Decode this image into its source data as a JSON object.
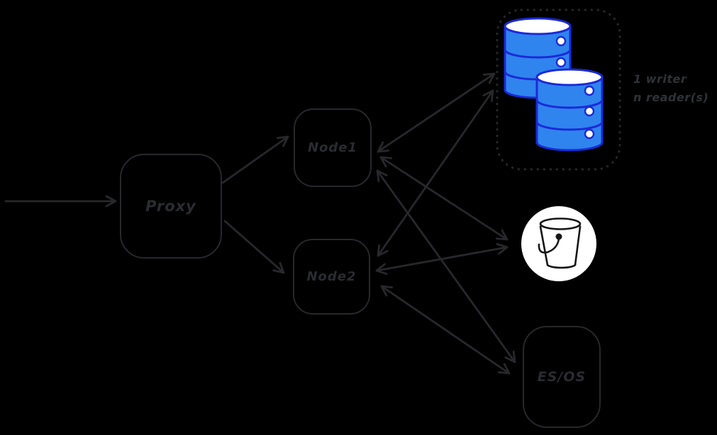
{
  "colors": {
    "background": "#000000",
    "stroke": "#28282c",
    "label": "#2b2c31",
    "annotation": "#2f3237",
    "db_fill": "#2f84ee",
    "db_stroke": "#1b2ad6",
    "bucket_bg": "#ffffff",
    "bucket_stroke": "#161616"
  },
  "nodes": {
    "proxy": {
      "label": "Proxy"
    },
    "node1": {
      "label": "Node1"
    },
    "node2": {
      "label": "Node2"
    },
    "es_os": {
      "label": "ES/OS"
    },
    "db_cluster": {
      "icon": "database-cylinders-icon",
      "annotation": {
        "line1": "1 writer",
        "line2": "n reader(s)"
      }
    },
    "bucket": {
      "icon": "bucket-icon"
    }
  },
  "edges": [
    {
      "from": "external",
      "to": "proxy",
      "direction": "one-way"
    },
    {
      "from": "proxy",
      "to": "node1",
      "direction": "one-way"
    },
    {
      "from": "proxy",
      "to": "node2",
      "direction": "one-way"
    },
    {
      "from": "node1",
      "to": "db-cluster",
      "direction": "two-way"
    },
    {
      "from": "node2",
      "to": "db-cluster",
      "direction": "two-way"
    },
    {
      "from": "node1",
      "to": "bucket",
      "direction": "two-way"
    },
    {
      "from": "node2",
      "to": "bucket",
      "direction": "two-way"
    },
    {
      "from": "node1",
      "to": "es-os",
      "direction": "two-way"
    },
    {
      "from": "node2",
      "to": "es-os",
      "direction": "two-way"
    }
  ]
}
